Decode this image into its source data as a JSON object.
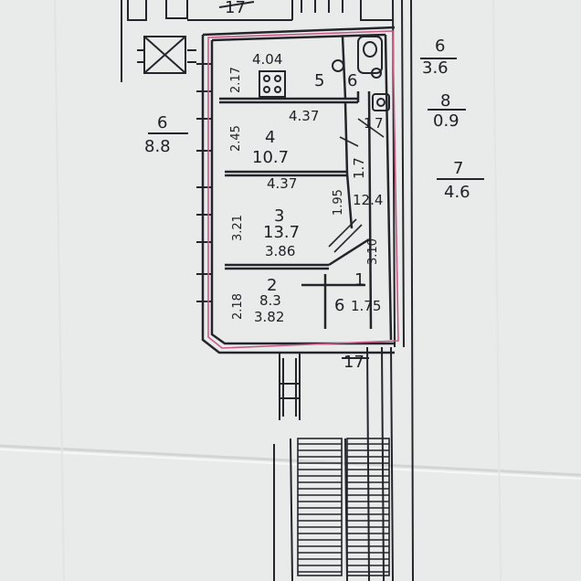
{
  "outside": {
    "top_17": "17",
    "bottom_17": "17",
    "left_label": {
      "number": "6",
      "area": "8.8"
    },
    "right_6": {
      "number": "6",
      "area": "3.6"
    },
    "right_8": {
      "number": "8",
      "area": "0.9"
    },
    "right_7": {
      "number": "7",
      "area": "4.6"
    }
  },
  "rooms": {
    "kitchen": {
      "height": "2.17",
      "length": "4.04",
      "number": "5",
      "aux": "6"
    },
    "room4": {
      "height": "2.45",
      "length": "4.37",
      "number": "4",
      "area": "10.7"
    },
    "room3": {
      "length_top": "4.37",
      "height": "3.21",
      "number": "3",
      "area": "13.7",
      "length_bottom": "3.86"
    },
    "room2": {
      "height": "2.18",
      "number": "2",
      "area": "8.3",
      "length": "3.82"
    },
    "corridor": {
      "width": "1.7",
      "area": "12.4",
      "seg1": "1.95",
      "seg2": "3.10"
    },
    "room1": {
      "number": "1",
      "area": "6",
      "length": "1.75"
    },
    "wc": {
      "a": "1",
      "b": "7"
    }
  }
}
